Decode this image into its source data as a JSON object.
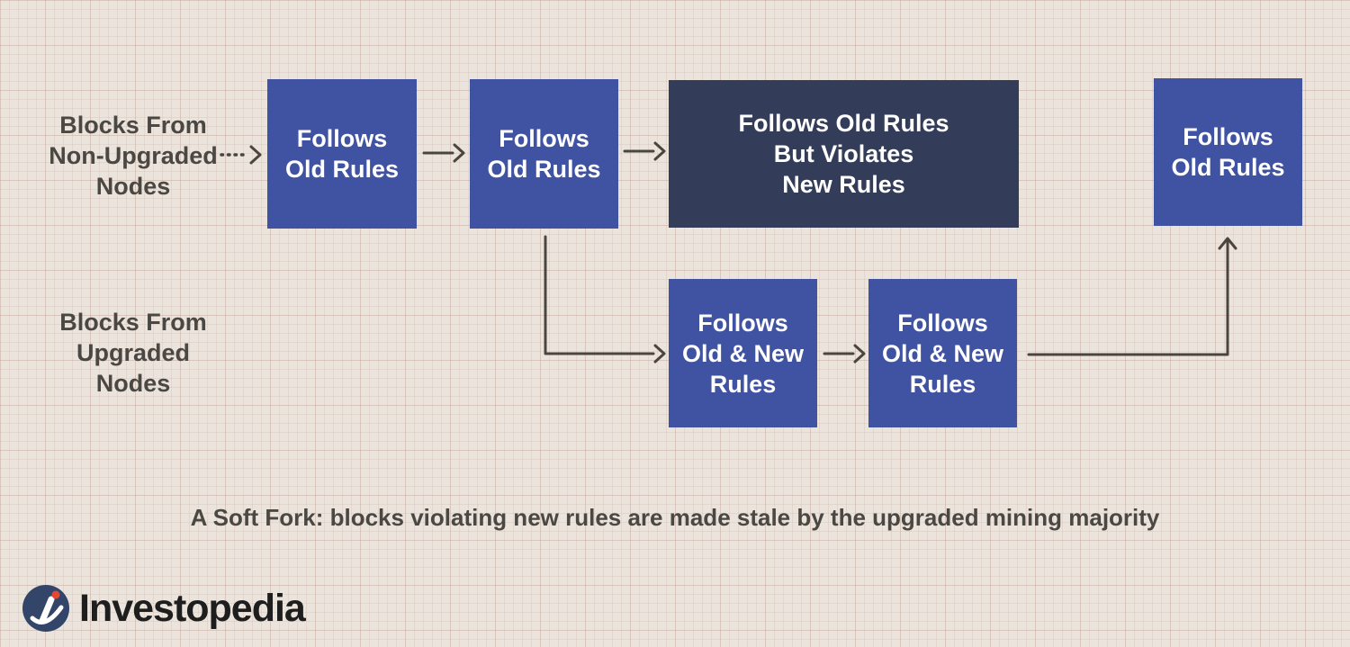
{
  "diagram": {
    "row_labels": {
      "top": "Blocks From\nNon-Upgraded\nNodes",
      "bottom": "Blocks From\nUpgraded\nNodes"
    },
    "nodes": {
      "old_rules_1": "Follows\nOld Rules",
      "old_rules_2": "Follows\nOld Rules",
      "violates": "Follows Old Rules\nBut Violates\nNew Rules",
      "old_rules_stale": "Follows\nOld Rules",
      "old_new_1": "Follows\nOld & New\nRules",
      "old_new_2": "Follows\nOld & New\nRules"
    },
    "caption": "A Soft Fork: blocks violating new rules are made stale by the upgraded mining majority"
  },
  "logo": {
    "wordmark": "Investopedia"
  },
  "icons": {
    "dotted_arrow": "dotted-right-arrow",
    "flow_arrow": "right-arrow",
    "elbow_down": "elbow-down-right-arrow",
    "elbow_up": "elbow-right-up-arrow",
    "logo_mark": "investopedia-circle-i"
  },
  "colors": {
    "background": "#EAE4DD",
    "grid_line": "#D9CCC4",
    "box_blue": "#4052A2",
    "box_navy": "#333C58",
    "box_text": "#FFFFFF",
    "arrow": "#4A463F",
    "label_text": "#4B4742",
    "logo_circle_navy": "#334569",
    "logo_dot_red": "#E2492F",
    "wordmark_text": "#1E1E1E"
  }
}
